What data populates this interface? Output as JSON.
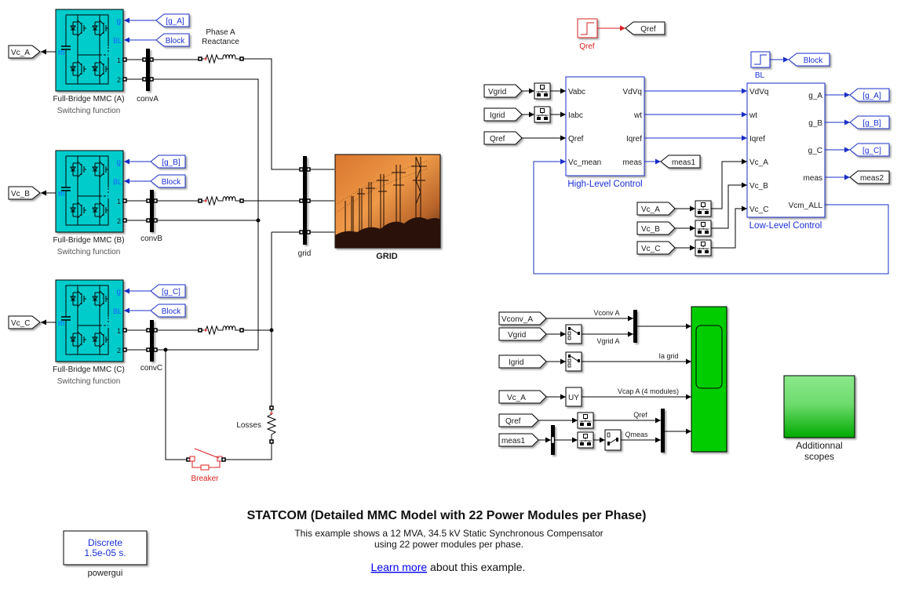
{
  "diagram": {
    "converters": {
      "a": {
        "title": "Full-Bridge MMC (A)",
        "subtitle": "Switching function",
        "gate_tag": "[g_A]",
        "block_tag": "Block",
        "vc_tag": "Vc_A",
        "bus": "convA"
      },
      "b": {
        "title": "Full-Bridge MMC (B)",
        "subtitle": "Switching function",
        "gate_tag": "[g_B]",
        "block_tag": "Block",
        "vc_tag": "Vc_B",
        "bus": "convB"
      },
      "c": {
        "title": "Full-Bridge MMC (C)",
        "subtitle": "Switching function",
        "gate_tag": "[g_C]",
        "block_tag": "Block",
        "vc_tag": "Vc_C",
        "bus": "convC"
      },
      "ports": {
        "g": "g",
        "bl": "BL",
        "m": "m",
        "p1": "1",
        "p2": "2"
      }
    },
    "reactance": {
      "line1": "Phase A",
      "line2": "Reactance"
    },
    "grid": {
      "bus": "grid",
      "label": "GRID"
    },
    "losses": "Losses",
    "breaker": "Breaker",
    "qref_step": {
      "label": "Qref",
      "tag": "Qref"
    },
    "bl_step": {
      "label": "BL",
      "tag": "Block"
    },
    "high_level": {
      "title": "High-Level Control",
      "inputs": [
        "Vabc",
        "Iabc",
        "Qref",
        "Vc_mean"
      ],
      "outputs": [
        "VdVq",
        "wt",
        "Iqref",
        "meas"
      ],
      "from_tags": [
        "Vgrid",
        "Igrid",
        "Qref"
      ],
      "meas_tag": "meas1"
    },
    "low_level": {
      "title": "Low-Level Control",
      "inputs": [
        "VdVq",
        "wt",
        "Iqref",
        "Vc_A",
        "Vc_B",
        "Vc_C"
      ],
      "outputs": [
        "g_A",
        "g_B",
        "g_C",
        "meas",
        "Vcm_ALL"
      ],
      "output_tags": [
        "[g_A]",
        "[g_B]",
        "[g_C]",
        "meas2"
      ],
      "from_tags": [
        "Vc_A",
        "Vc_B",
        "Vc_C"
      ]
    },
    "scope_section": {
      "from_tags": [
        "Vconv_A",
        "Vgrid",
        "Igrid",
        "Vc_A",
        "Qref",
        "meas1"
      ],
      "signal_labels": [
        "Vconv A",
        "Vgrid A",
        "Ia grid",
        "Vcap A (4 modules)",
        "Qref",
        "Qmeas"
      ],
      "uy": "UY"
    },
    "additional_scopes": {
      "line1": "Additionnal",
      "line2": "scopes"
    }
  },
  "footer": {
    "title": "STATCOM (Detailed MMC Model with 22 Power Modules per Phase)",
    "description_line1": "This example shows a 12 MVA, 34.5 kV Static Synchronous Compensator",
    "description_line2": "using 22 power modules per phase.",
    "learn_more_link": "Learn more",
    "learn_more_rest": " about this example."
  },
  "powergui": {
    "line1": "Discrete",
    "line2": "1.5e-05 s.",
    "label": "powergui"
  },
  "colors": {
    "mmc_block": "#00CCCC",
    "control_blue": "#1A2FC8",
    "step_red": "#D92020",
    "scope_green": "#00CC00",
    "grid_orange": "#E8873A"
  }
}
